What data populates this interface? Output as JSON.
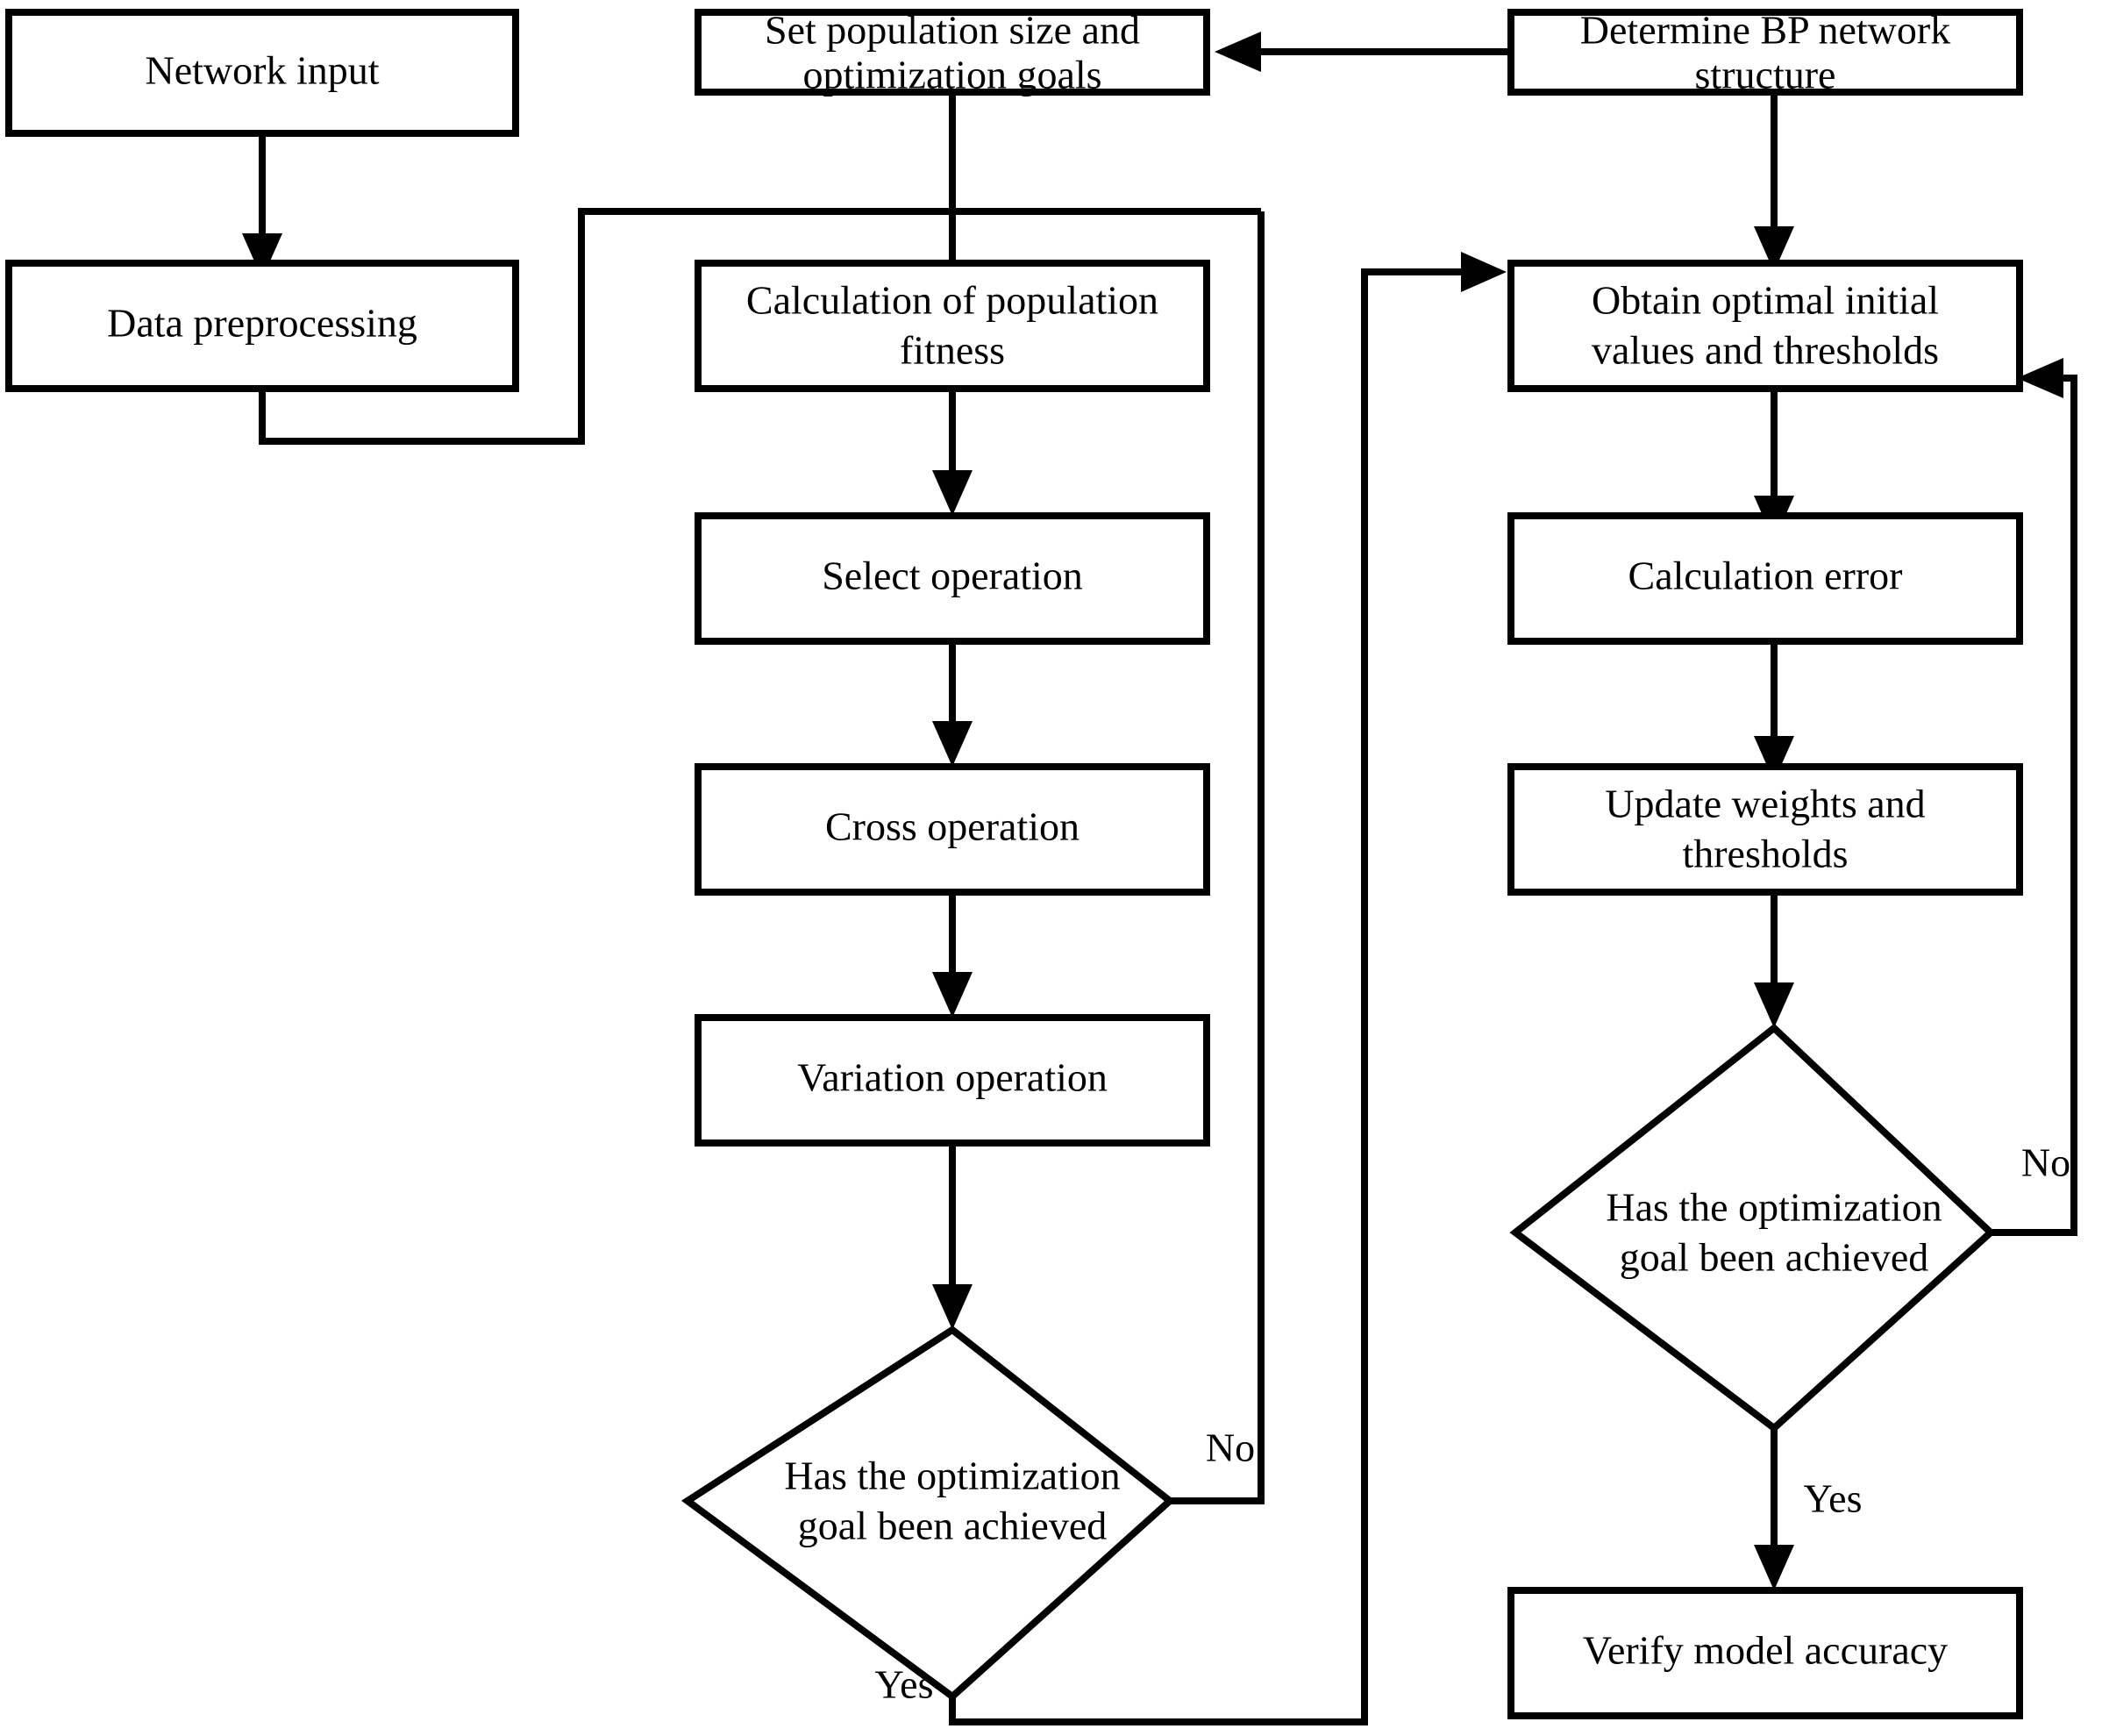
{
  "diagram": {
    "type": "flowchart",
    "title": "GA-BP neural network optimization flowchart",
    "background_color": "#FFFFFF",
    "line_color": "#000000",
    "text_color": "#000000",
    "nodes": [
      {
        "id": "network_input",
        "shape": "rectangle",
        "label_line1": "Network input",
        "label_line2": ""
      },
      {
        "id": "data_preprocessing",
        "shape": "rectangle",
        "label_line1": "Data preprocessing",
        "label_line2": ""
      },
      {
        "id": "set_population",
        "shape": "rectangle",
        "label_line1": "Set population size and",
        "label_line2": "optimization goals"
      },
      {
        "id": "calc_fitness",
        "shape": "rectangle",
        "label_line1": "Calculation of population",
        "label_line2": "fitness"
      },
      {
        "id": "select_op",
        "shape": "rectangle",
        "label_line1": "Select operation",
        "label_line2": ""
      },
      {
        "id": "cross_op",
        "shape": "rectangle",
        "label_line1": "Cross operation",
        "label_line2": ""
      },
      {
        "id": "variation_op",
        "shape": "rectangle",
        "label_line1": "Variation operation",
        "label_line2": ""
      },
      {
        "id": "ga_decision",
        "shape": "diamond",
        "label_line1": "Has the optimization",
        "label_line2": "goal been achieved"
      },
      {
        "id": "determine_bp",
        "shape": "rectangle",
        "label_line1": "Determine BP network",
        "label_line2": "structure"
      },
      {
        "id": "obtain_optimal",
        "shape": "rectangle",
        "label_line1": "Obtain optimal initial",
        "label_line2": "values and thresholds"
      },
      {
        "id": "calc_error",
        "shape": "rectangle",
        "label_line1": "Calculation error",
        "label_line2": ""
      },
      {
        "id": "update_weights",
        "shape": "rectangle",
        "label_line1": "Update weights and",
        "label_line2": "thresholds"
      },
      {
        "id": "bp_decision",
        "shape": "diamond",
        "label_line1": "Has the optimization",
        "label_line2": "goal been achieved"
      },
      {
        "id": "verify_model",
        "shape": "rectangle",
        "label_line1": "Verify model accuracy",
        "label_line2": ""
      }
    ],
    "edge_labels": {
      "ga_no": "No",
      "ga_yes": "Yes",
      "bp_no": "No",
      "bp_yes": "Yes"
    },
    "edges": [
      {
        "from": "network_input",
        "to": "data_preprocessing",
        "label": ""
      },
      {
        "from": "data_preprocessing",
        "to": "calc_fitness",
        "label": ""
      },
      {
        "from": "determine_bp",
        "to": "set_population",
        "label": ""
      },
      {
        "from": "set_population",
        "to": "calc_fitness",
        "label": ""
      },
      {
        "from": "calc_fitness",
        "to": "select_op",
        "label": ""
      },
      {
        "from": "select_op",
        "to": "cross_op",
        "label": ""
      },
      {
        "from": "cross_op",
        "to": "variation_op",
        "label": ""
      },
      {
        "from": "variation_op",
        "to": "ga_decision",
        "label": ""
      },
      {
        "from": "ga_decision",
        "to": "calc_fitness",
        "label": "No"
      },
      {
        "from": "ga_decision",
        "to": "obtain_optimal",
        "label": "Yes"
      },
      {
        "from": "determine_bp",
        "to": "obtain_optimal",
        "label": ""
      },
      {
        "from": "obtain_optimal",
        "to": "calc_error",
        "label": ""
      },
      {
        "from": "calc_error",
        "to": "update_weights",
        "label": ""
      },
      {
        "from": "update_weights",
        "to": "bp_decision",
        "label": ""
      },
      {
        "from": "bp_decision",
        "to": "calc_error",
        "label": "No"
      },
      {
        "from": "bp_decision",
        "to": "verify_model",
        "label": "Yes"
      }
    ]
  }
}
